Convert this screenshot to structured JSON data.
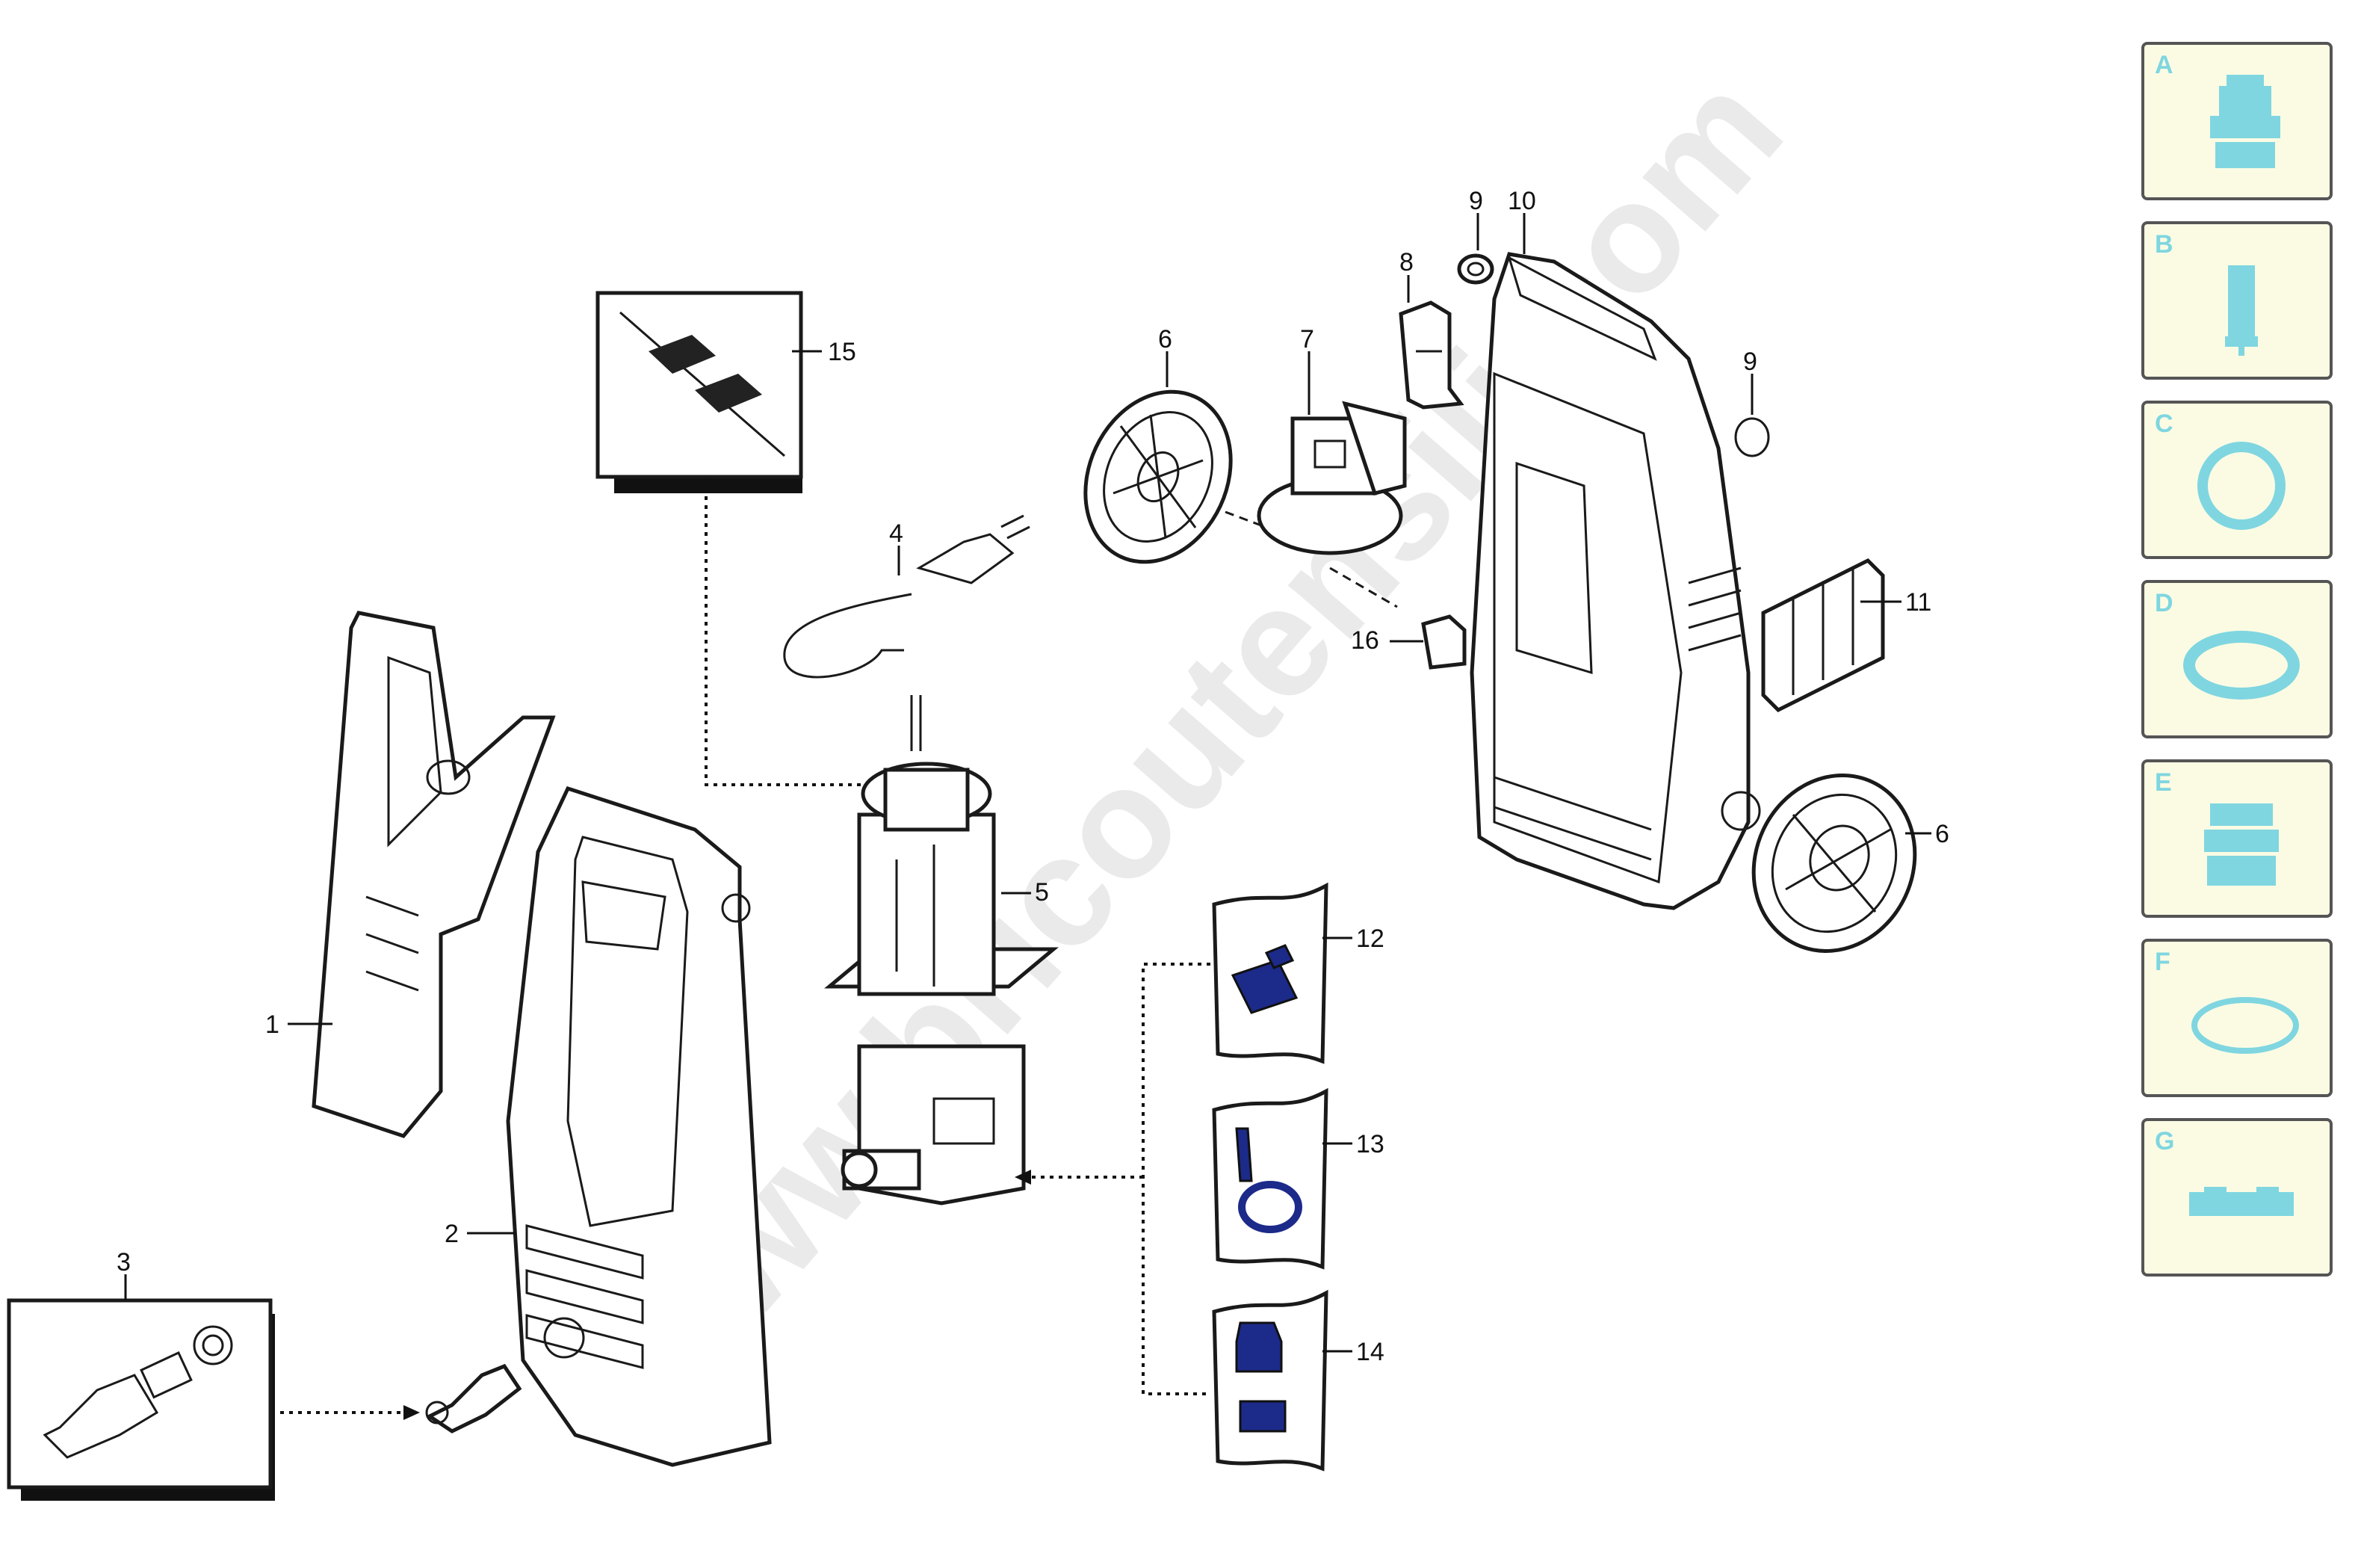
{
  "watermark": "www.bricoutensili.com",
  "legend": {
    "accent_color": "#7fd6e0",
    "card_color": "#fbfbe4",
    "items": [
      {
        "letter": "A",
        "icon": "connector-icon"
      },
      {
        "letter": "B",
        "icon": "filter-icon"
      },
      {
        "letter": "C",
        "icon": "ring-seal-icon"
      },
      {
        "letter": "D",
        "icon": "flat-washer-icon"
      },
      {
        "letter": "E",
        "icon": "nozzle-icon"
      },
      {
        "letter": "F",
        "icon": "o-ring-icon"
      },
      {
        "letter": "G",
        "icon": "clip-icon"
      }
    ]
  },
  "callouts": {
    "c1": "1",
    "c2": "2",
    "c3": "3",
    "c4": "4",
    "c5": "5",
    "c6a": "6",
    "c6b": "6",
    "c7": "7",
    "c8": "8",
    "c9a": "9",
    "c9b": "9",
    "c10": "10",
    "c11": "11",
    "c12": "12",
    "c13": "13",
    "c14": "14",
    "c15": "15",
    "c16": "16"
  }
}
